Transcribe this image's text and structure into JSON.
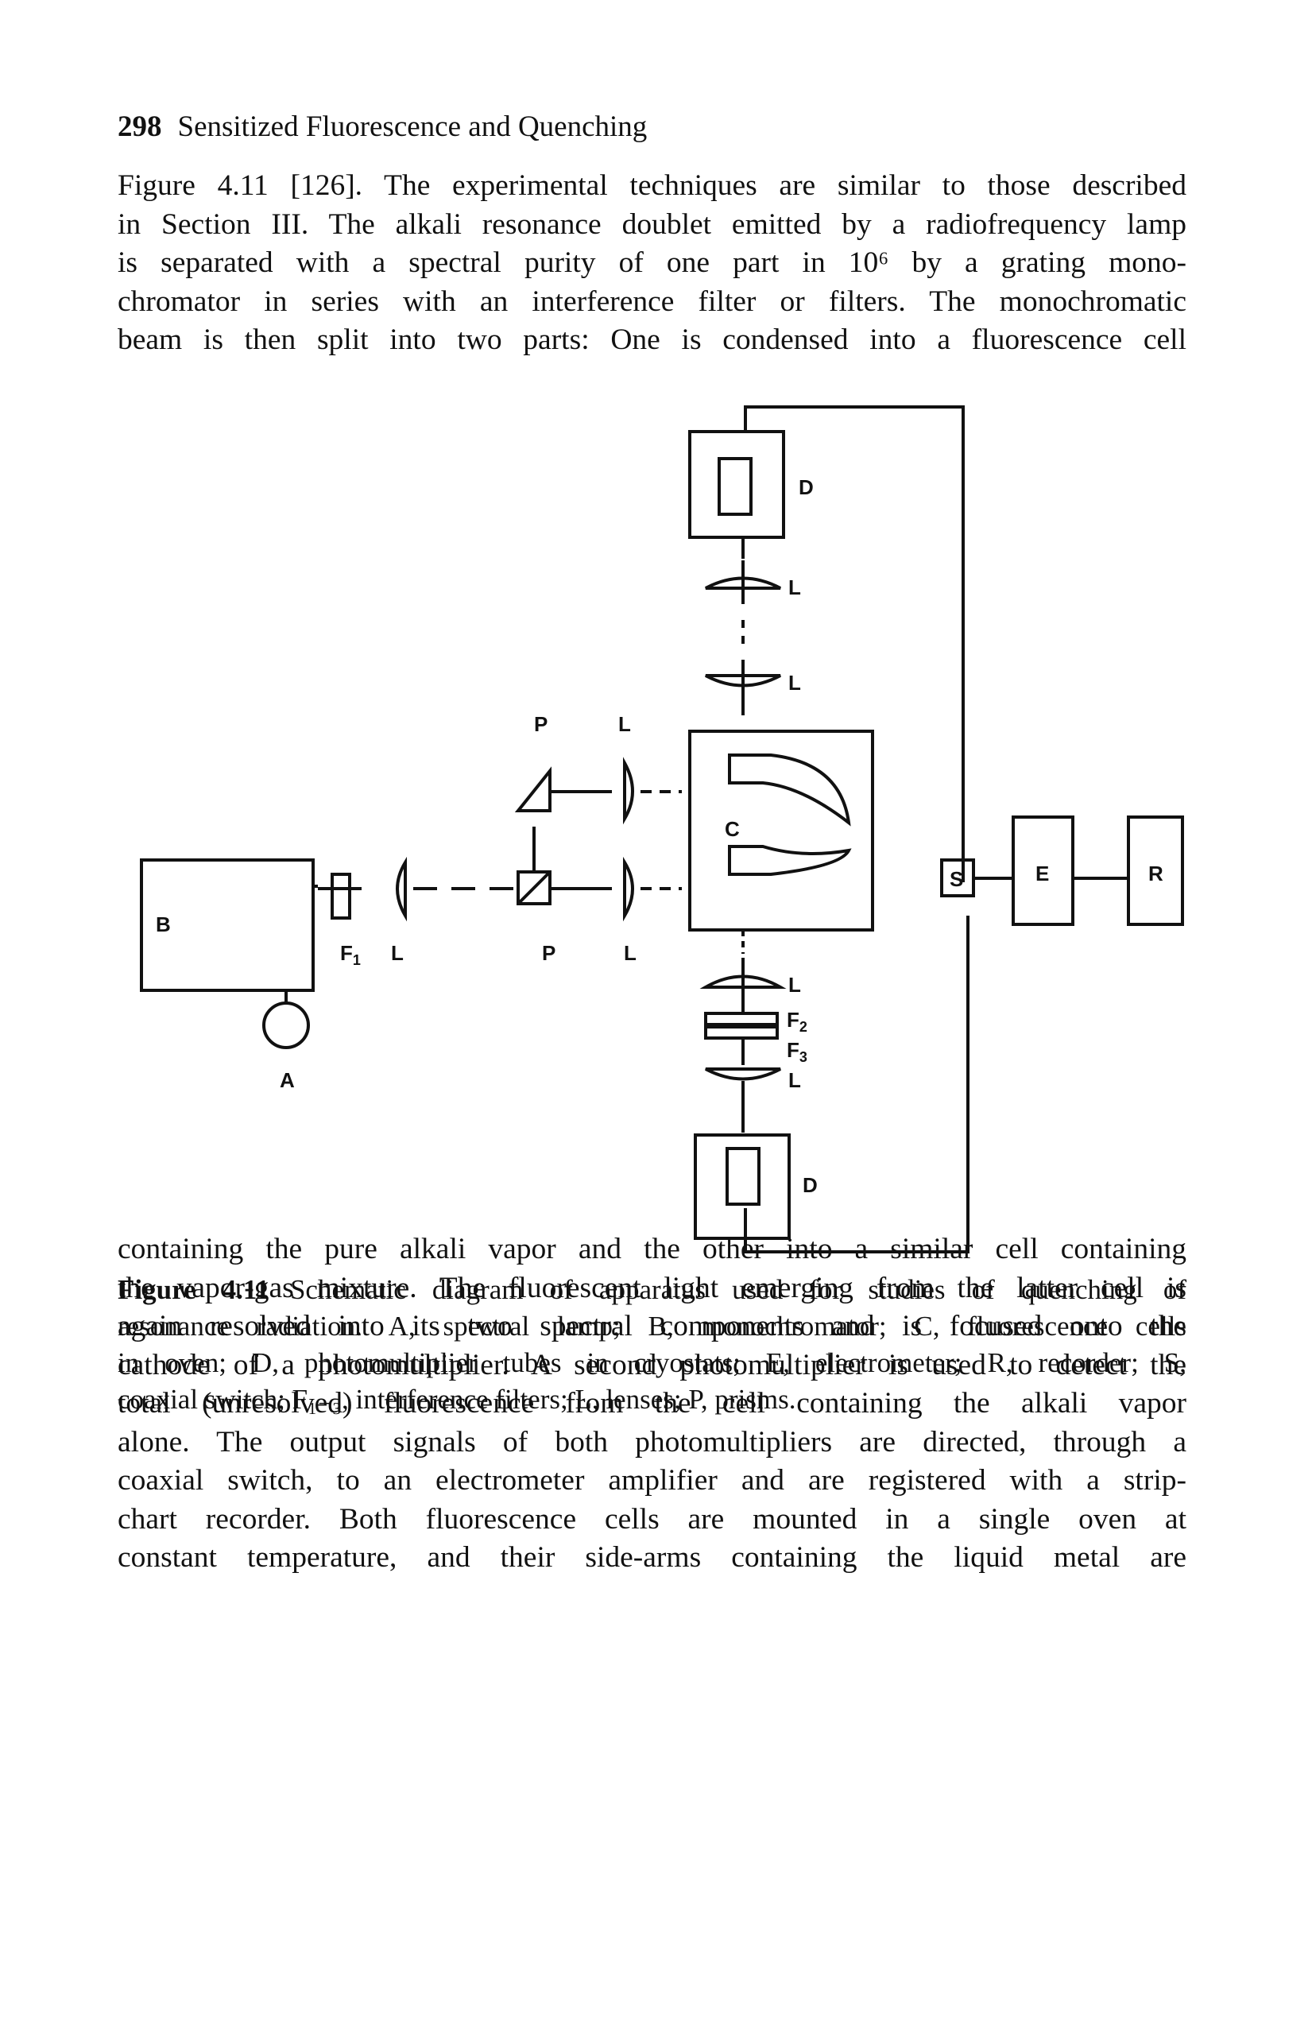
{
  "running_head": {
    "page_number": "298",
    "title": "Sensitized Fluorescence and Quenching"
  },
  "paragraph_top": [
    "Figure 4.11 [126]. The experimental techniques are similar to those described",
    "in Section III. The alkali resonance doublet emitted by a radiofrequency lamp",
    "is separated with a spectral purity of one part in 10⁶ by a grating mono-",
    "chromator in series with an interference filter or filters. The monochromatic",
    "beam is then split into two parts: One is condensed into a fluorescence cell"
  ],
  "figure": {
    "labels": {
      "A": "A",
      "B": "B",
      "C": "C",
      "D_top": "D",
      "D_bottom": "D",
      "L_top1": "L",
      "L_top2": "L",
      "L_upper_path": "L",
      "L_lower_path": "L",
      "L_input": "L",
      "L_below_cell": "L",
      "L_bottom": "L",
      "P_top": "P",
      "P_bottom": "P",
      "F1": "F",
      "F1_sub": "1",
      "F2": "F",
      "F2_sub": "2",
      "F3": "F",
      "F3_sub": "3",
      "S": "S",
      "E": "E",
      "R": "R"
    }
  },
  "caption": {
    "label": "Figure 4.11",
    "lines": [
      "Schematic diagram of apparatus used for studies of quenching of",
      "resonance radiation. A, spectral lamp; B, monochromator; C, fluorescence cells",
      "in oven; D, photomultiplier tubes in cryostats; E, electrometer; R, recorder; S,",
      "coaxial switch; F₁₋₃, interference filters; L, lenses; P, prisms."
    ]
  },
  "paragraph_bottom": [
    "containing the pure alkali vapor and the other into a similar cell containing",
    "the vapor-gas mixture. The fluorescent light emerging from the latter cell is",
    "again resolved into its two spectral components and is focused onto the",
    "cathode of a photomultiplier. A second photomultiplier is used to detect the",
    "total (unresolved) fluorescence from the cell containing the alkali vapor",
    "alone. The output signals of both photomultipliers are directed, through a",
    "coaxial switch, to an electrometer amplifier and are registered with a strip-",
    "chart recorder. Both fluorescence cells are mounted in a single oven at",
    "constant temperature, and their side-arms containing the liquid metal are"
  ]
}
